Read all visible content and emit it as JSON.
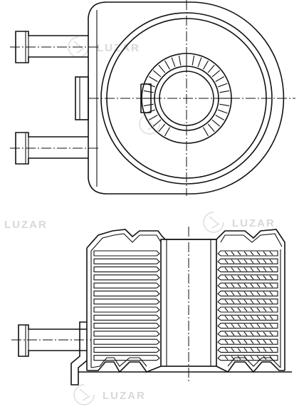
{
  "watermark": {
    "brand": "LUZAR",
    "placements": 5
  },
  "views": {
    "top": {
      "name": "top-view"
    },
    "side": {
      "name": "section-view",
      "plates": 14
    }
  },
  "colors": {
    "line": "#111111",
    "watermark": "#d8d8d8"
  }
}
